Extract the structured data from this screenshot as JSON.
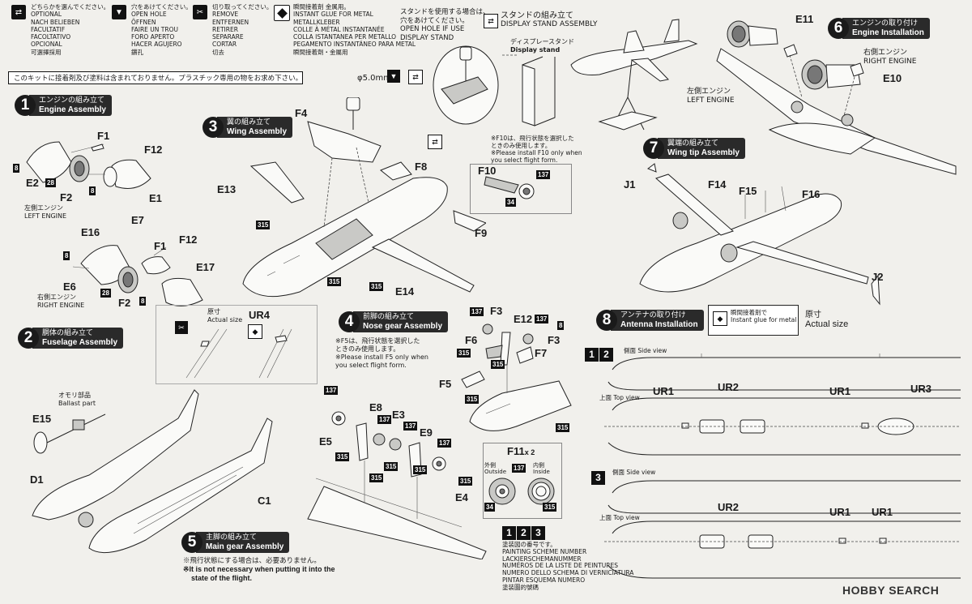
{
  "legend": [
    {
      "icon": "arrow-icon",
      "lines": [
        "どちらかを選んでください。",
        "OPTIONAL",
        "NACH BELIEBEN",
        "FACULTATIF",
        "FACOLTATIVO",
        "OPCIONAL",
        "可選擇採用"
      ]
    },
    {
      "icon": "drill-icon",
      "lines": [
        "穴をあけてください。",
        "OPEN HOLE",
        "ÖFFNEN",
        "FAIRE UN TROU",
        "FORO APERTO",
        "HACER AGUJERO",
        "鑽孔"
      ]
    },
    {
      "icon": "cut-icon",
      "lines": [
        "切り取ってください。",
        "REMOVE",
        "ENTFERNEN",
        "RETIRER",
        "SEPARARE",
        "CORTAR",
        "切去"
      ]
    },
    {
      "icon": "glue-icon",
      "lines": [
        "瞬間接着剤 金属用。",
        "INSTANT GLUE FOR METAL",
        "METALLKLEBER",
        "COLLE À MÉTAL INSTANTANÉE",
        "COLLA ISTANTANEA PER METALLO",
        "PEGAMENTO INSTANTÁNEO PARA METAL",
        "瞬間接着劑・金屬用"
      ]
    }
  ],
  "notice": "このキットに接着剤及び塗料は含まれておりません。プラスチック専用の物をお求め下さい。",
  "stand": {
    "note": [
      "スタンドを使用する場合は、",
      "穴をあけてください。",
      "OPEN HOLE IF USE",
      "DISPLAY STAND"
    ],
    "jp": "スタンドの組み立て",
    "en": "DISPLAY STAND ASSEMBLY",
    "display_jp": "ディスプレースタンド",
    "display_en": "Display stand",
    "hole": "φ5.0mm"
  },
  "steps": [
    {
      "n": "1",
      "jp": "エンジンの組み立て",
      "en": "Engine Assembly"
    },
    {
      "n": "2",
      "jp": "胴体の組み立て",
      "en": "Fuselage Assembly"
    },
    {
      "n": "3",
      "jp": "翼の組み立て",
      "en": "Wing Assembly"
    },
    {
      "n": "4",
      "jp": "前脚の組み立て",
      "en": "Nose gear Assembly"
    },
    {
      "n": "5",
      "jp": "主脚の組み立て",
      "en": "Main gear Assembly"
    },
    {
      "n": "6",
      "jp": "エンジンの取り付け",
      "en": "Engine Installation"
    },
    {
      "n": "7",
      "jp": "翼端の組み立て",
      "en": "Wing tip Assembly"
    },
    {
      "n": "8",
      "jp": "アンテナの取り付け",
      "en": "Antenna Installation"
    }
  ],
  "engine": {
    "left_jp": "左側エンジン",
    "left_en": "LEFT ENGINE",
    "right_jp": "右側エンジン",
    "right_en": "RIGHT ENGINE"
  },
  "nose_note": [
    "※F5は、飛行状態を選択した",
    "ときのみ使用します。",
    "※Please install F5 only when",
    "you select flight form."
  ],
  "f10_note": [
    "※F10は、飛行状態を選択した",
    "ときのみ使用します。",
    "※Please install F10 only when",
    "you select flight form."
  ],
  "main_note": [
    "※飛行状態にする場合は、必要ありません。",
    "※It is not necessary when putting it into the",
    "state of the flight."
  ],
  "ballast": {
    "jp": "オモリ部品",
    "en": "Ballast part"
  },
  "actual": {
    "jp": "原寸",
    "en": "Actual size"
  },
  "antenna_glue": {
    "jp": "瞬間接着剤で",
    "en": "Instant glue for metal"
  },
  "f11": {
    "title": "F11",
    "mult": "x 2",
    "outside_jp": "外側",
    "outside_en": "Outside",
    "inside_jp": "内側",
    "inside_en": "Inside"
  },
  "views": {
    "side_jp": "側面",
    "side_en": "Side view",
    "top_jp": "上面",
    "top_en": "Top view"
  },
  "paint_scheme": [
    "塗装図の番号です。",
    "PAINTING SCHEME NUMBER",
    "LACKIERSCHEMANUMMER",
    "NUMÉROS DE LA LISTE DE PEINTURES",
    "NUMERO DELLO SCHEMA DI VERNICIATURA",
    "PINTAR ESQUEMA NUMERO",
    "塗装圖的號碼"
  ],
  "parts": {
    "e2": "E2",
    "f2": "F2",
    "f1": "F1",
    "f12": "F12",
    "e1": "E1",
    "e7": "E7",
    "e16": "E16",
    "e6": "E6",
    "e17": "E17",
    "f4": "F4",
    "e13": "E13",
    "f8": "F8",
    "f9": "F9",
    "e14": "E14",
    "f10": "F10",
    "ur4": "UR4",
    "e15": "E15",
    "d1": "D1",
    "c1": "C1",
    "f3": "F3",
    "e12": "E12",
    "f6": "F6",
    "f7": "F7",
    "f5": "F5",
    "e8": "E8",
    "e3": "E3",
    "e9": "E9",
    "e5": "E5",
    "e4": "E4",
    "e11": "E11",
    "e10": "E10",
    "j1": "J1",
    "j2": "J2",
    "f14": "F14",
    "f15": "F15",
    "f16": "F16",
    "ur1": "UR1",
    "ur2": "UR2",
    "ur3": "UR3"
  },
  "nums": {
    "n8": "8",
    "n28": "28",
    "n315": "315",
    "n137": "137",
    "n34": "34"
  },
  "scheme_labels": {
    "a": "1",
    "b": "2",
    "c": "3"
  },
  "watermark": "HOBBY SEARCH"
}
